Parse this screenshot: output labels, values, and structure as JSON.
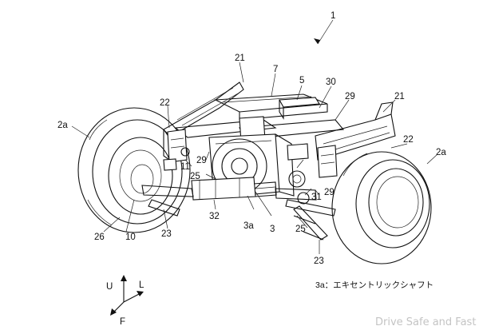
{
  "figure": {
    "reference_labels": {
      "vehicle": "1",
      "side_frame_left": "21",
      "side_frame_right": "21",
      "cross_member": "7",
      "motor_unit": "5",
      "subframe": "30",
      "bracket_right": "29",
      "bracket_center": "29",
      "bracket_lower_right": "29",
      "suspension_tower_left": "22",
      "suspension_tower_right": "22",
      "wheel_left": "2a",
      "wheel_right": "2a",
      "mount_left": "11",
      "link_left": "25",
      "link_right": "25",
      "engine_body": "3",
      "eccentric_shaft": "3a",
      "shaft_housing": "32",
      "knuckle_left": "10",
      "lower_arm_left": "23",
      "lower_arm_right": "23",
      "hub_left": "26",
      "bolt_right": "31"
    },
    "caption": "3a：エキセントリックシャフト"
  },
  "axes": {
    "up": "U",
    "left": "L",
    "front": "F"
  },
  "watermark": "Drive Safe and Fast"
}
